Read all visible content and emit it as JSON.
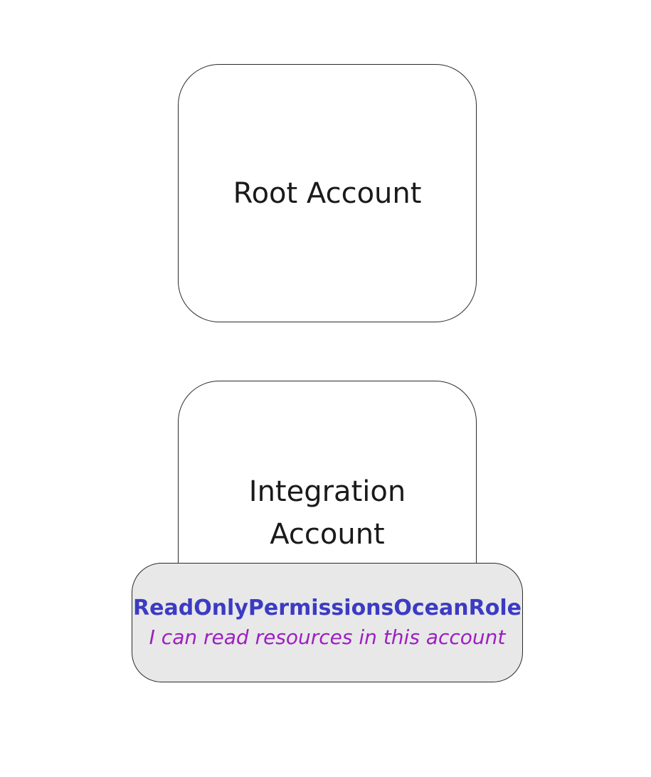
{
  "diagram": {
    "type": "account-role-diagram",
    "colors": {
      "node_border": "#2a2a2a",
      "node_fill": "#ffffff",
      "badge_fill": "#e8e8e8",
      "label_text": "#1a1a1a",
      "role_name_text": "#3b3bc4",
      "role_description_text": "#9c1fc1",
      "background": "#ffffff"
    },
    "nodes": {
      "root": {
        "label": "Root Account"
      },
      "integration": {
        "label": "Integration Account"
      },
      "role": {
        "name": "ReadOnlyPermissionsOceanRole",
        "description": "I can read resources in this account"
      }
    }
  }
}
